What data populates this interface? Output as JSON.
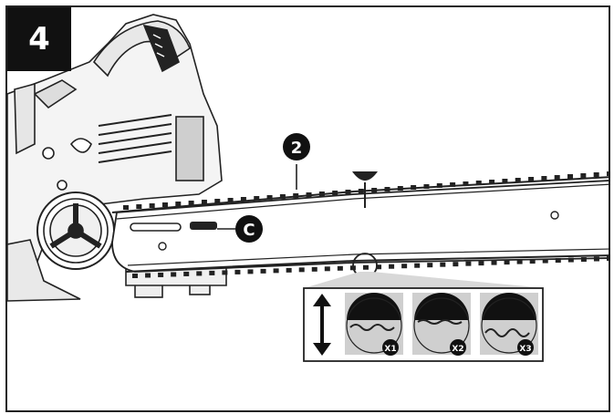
{
  "figure": {
    "step_number": "4",
    "callouts": {
      "bar_label": "2",
      "adjust_label": "C"
    },
    "inset": {
      "panels": [
        {
          "label": "X1"
        },
        {
          "label": "X2"
        },
        {
          "label": "X3"
        }
      ],
      "arrow_icon": "up-down-arrow-icon"
    },
    "colors": {
      "ink": "#111111",
      "panel_bg": "#cfcfcf",
      "line": "#222222"
    }
  }
}
